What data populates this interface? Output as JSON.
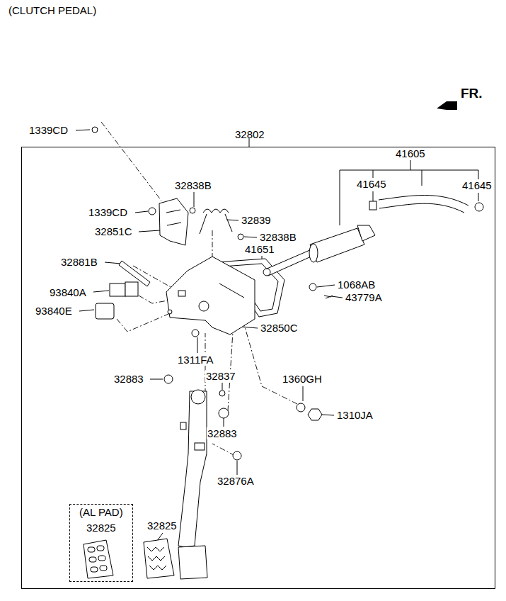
{
  "diagram": {
    "title": "(CLUTCH PEDAL)",
    "nodes": [
      {
        "text": [
          "32802"
        ]
      },
      {
        "text": [
          "(AL PAD)",
          "32825"
        ],
        "in": 0
      }
    ],
    "labels": [
      "FR.",
      "1339CD",
      "41605",
      "32838B",
      "41645",
      "41645",
      "1339CD",
      "32839",
      "32851C",
      "32838B",
      "41651",
      "32881B",
      "1068AB",
      "93840A",
      "43779A",
      "93840E",
      "32850C",
      "1311FA",
      "32883",
      "32837",
      "1360GH",
      "1310JA",
      "32883",
      "32876A",
      "32825"
    ]
  }
}
